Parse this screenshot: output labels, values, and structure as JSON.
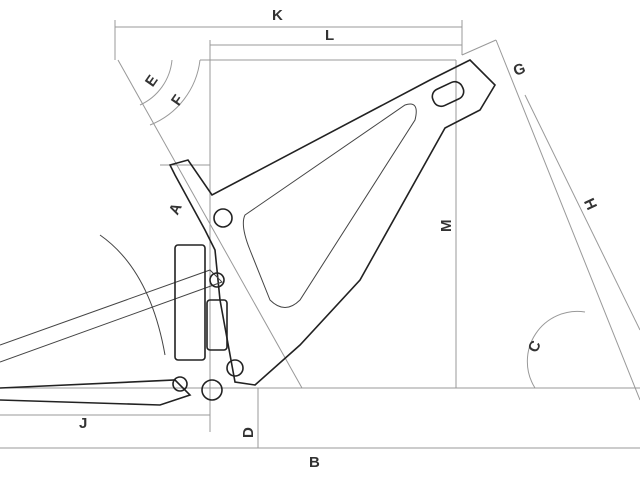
{
  "diagram": {
    "title": "Bike frame geometry",
    "labels": {
      "K": "K",
      "L": "L",
      "E": "E",
      "F": "F",
      "G": "G",
      "H": "H",
      "A": "A",
      "M": "M",
      "C": "C",
      "J": "J",
      "D": "D",
      "B": "B"
    },
    "colors": {
      "line": "#999999",
      "frame": "#222222"
    }
  }
}
